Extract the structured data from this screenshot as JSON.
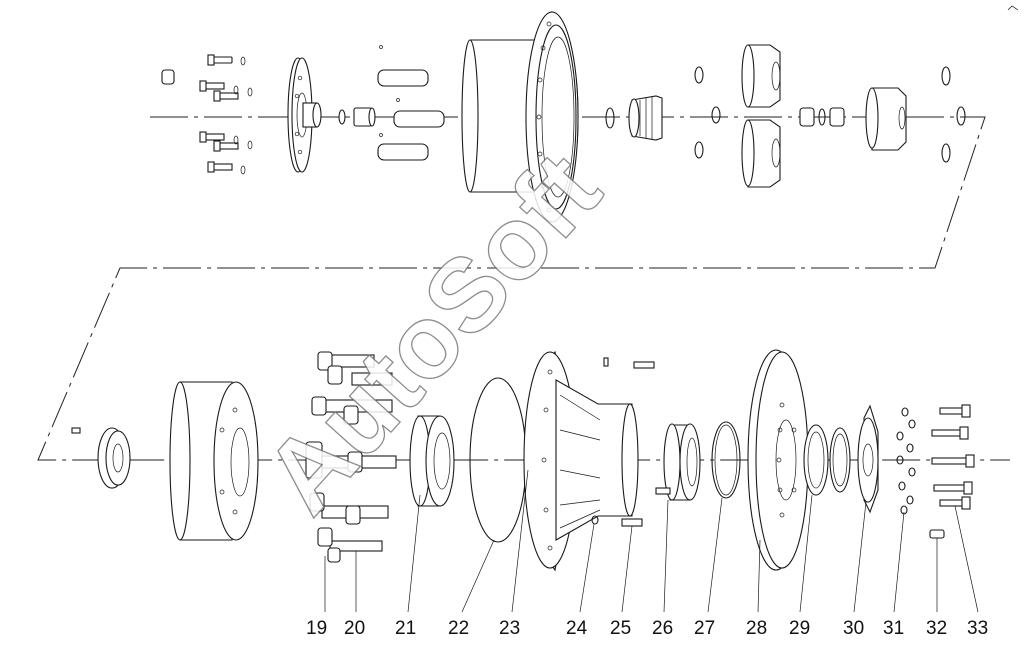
{
  "watermark": {
    "text": "AutoSoft"
  },
  "callouts": [
    {
      "label": "19"
    },
    {
      "label": "20"
    },
    {
      "label": "21"
    },
    {
      "label": "22"
    },
    {
      "label": "23"
    },
    {
      "label": "24"
    },
    {
      "label": "25"
    },
    {
      "label": "26"
    },
    {
      "label": "27"
    },
    {
      "label": "28"
    },
    {
      "label": "29"
    },
    {
      "label": "30"
    },
    {
      "label": "31"
    },
    {
      "label": "32"
    },
    {
      "label": "33"
    }
  ],
  "colors": {
    "line": "#1a1a1a",
    "background": "#ffffff",
    "watermark_outline": "#7a7a7a"
  }
}
